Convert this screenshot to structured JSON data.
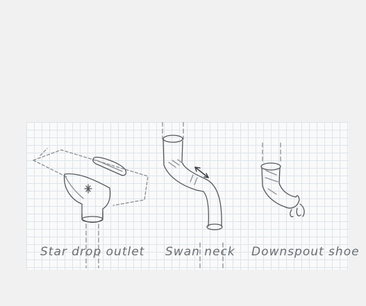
{
  "sketch": {
    "items": [
      {
        "label": "Star drop outlet"
      },
      {
        "label": "Swan neck"
      },
      {
        "label": "Downspout shoe"
      }
    ],
    "colors": {
      "paper": "#fafafa",
      "grid": "#dde4ea",
      "pencil": "#55585c",
      "background": "#f1f1f1"
    }
  }
}
